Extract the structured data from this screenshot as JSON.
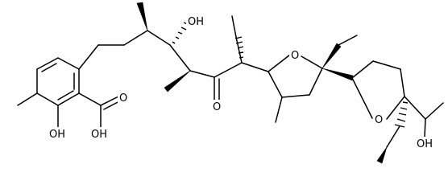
{
  "molecule": {
    "atoms": {
      "oh_phenol": "OH",
      "oh_acid": "OH",
      "o_acid": "O",
      "oh_sec": "OH",
      "o_ketone": "O",
      "o_ring1": "O",
      "o_ring2": "O",
      "oh_terminal": "OH"
    }
  }
}
